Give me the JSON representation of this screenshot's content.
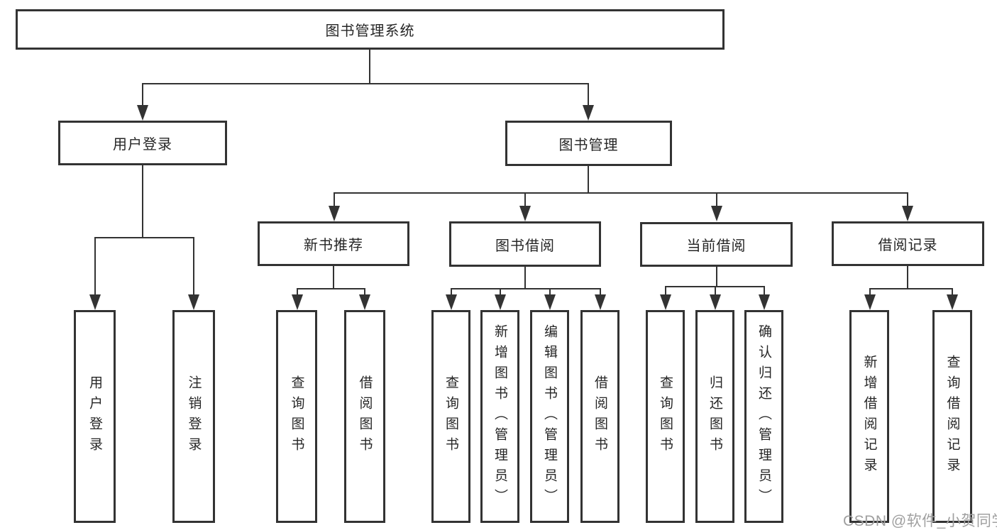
{
  "diagram_title": "图书管理系统",
  "tree": {
    "label": "图书管理系统",
    "children": [
      {
        "label": "用户登录",
        "children": [
          {
            "label": "用户登录"
          },
          {
            "label": "注销登录"
          }
        ]
      },
      {
        "label": "图书管理",
        "children": [
          {
            "label": "新书推荐",
            "children": [
              {
                "label": "查询图书"
              },
              {
                "label": "借阅图书"
              }
            ]
          },
          {
            "label": "图书借阅",
            "children": [
              {
                "label": "查询图书"
              },
              {
                "label": "新增图书（管理员）"
              },
              {
                "label": "编辑图书（管理员）"
              },
              {
                "label": "借阅图书"
              }
            ]
          },
          {
            "label": "当前借阅",
            "children": [
              {
                "label": "查询图书"
              },
              {
                "label": "归还图书"
              },
              {
                "label": "确认归还（管理员）"
              }
            ]
          },
          {
            "label": "借阅记录",
            "children": [
              {
                "label": "新增借阅记录"
              },
              {
                "label": "查询借阅记录"
              }
            ]
          }
        ]
      }
    ]
  },
  "watermark": {
    "text": "CSDN @软件_小贺同学",
    "color": "#a0a0a0"
  },
  "colors": {
    "border": "#333333",
    "line": "#333333",
    "text": "#262626",
    "background": "#ffffff"
  }
}
